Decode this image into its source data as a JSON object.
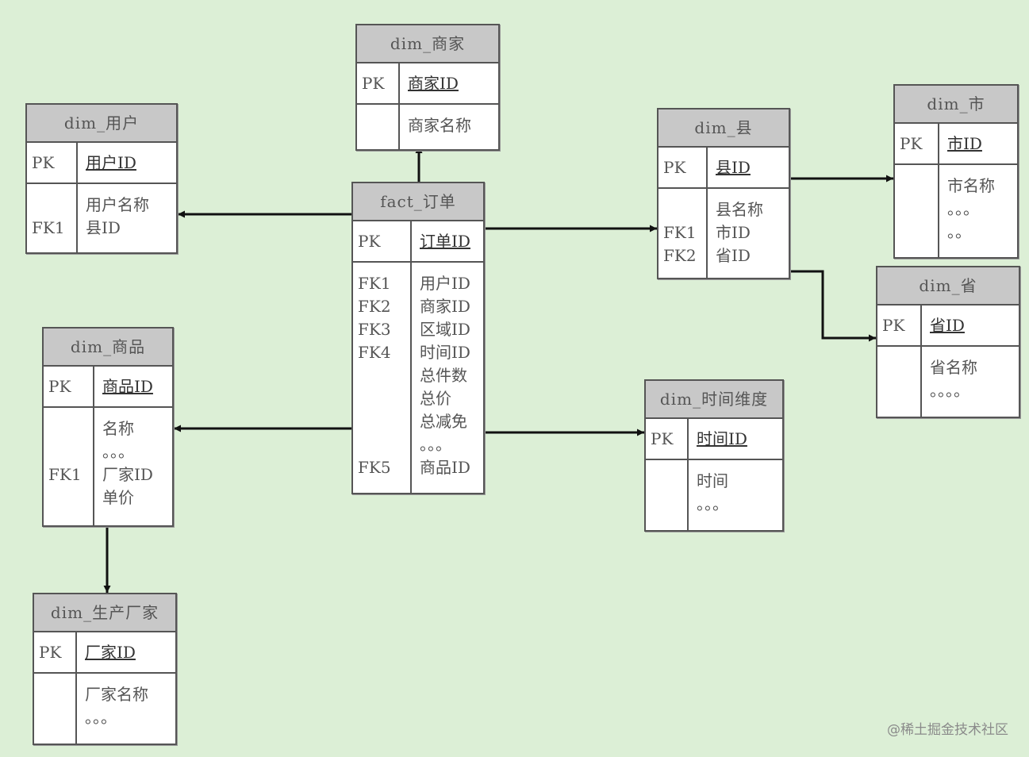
{
  "entities": [
    {
      "id": "dim-merchant",
      "title": "dim_商家",
      "pk": "商家ID",
      "key_lines": [
        "",
        ""
      ],
      "attr_lines": [
        "商家名称"
      ]
    },
    {
      "id": "dim-user",
      "title": "dim_用户",
      "pk": "用户ID",
      "key_lines": [
        "",
        "FK1"
      ],
      "attr_lines": [
        "用户名称",
        "县ID"
      ]
    },
    {
      "id": "fact-order",
      "title": "fact_订单",
      "pk": "订单ID",
      "key_lines": [
        "FK1",
        "FK2",
        "FK3",
        "FK4",
        "",
        "",
        "",
        "",
        "FK5"
      ],
      "attr_lines": [
        "用户ID",
        "商家ID",
        "区域ID",
        "时间ID",
        "总件数",
        "总价",
        "总减免",
        "。。。",
        "商品ID"
      ]
    },
    {
      "id": "dim-county",
      "title": "dim_县",
      "pk": "县ID",
      "key_lines": [
        "",
        "FK1",
        "FK2"
      ],
      "attr_lines": [
        "县名称",
        "市ID",
        "省ID"
      ]
    },
    {
      "id": "dim-city",
      "title": "dim_市",
      "pk": "市ID",
      "key_lines": [
        "",
        "",
        ""
      ],
      "attr_lines": [
        "市名称",
        "。。。",
        "。。"
      ]
    },
    {
      "id": "dim-province",
      "title": "dim_省",
      "pk": "省ID",
      "key_lines": [
        "",
        ""
      ],
      "attr_lines": [
        "省名称",
        "。。。。"
      ]
    },
    {
      "id": "dim-product",
      "title": "dim_商品",
      "pk": "商品ID",
      "key_lines": [
        "",
        "",
        "FK1",
        ""
      ],
      "attr_lines": [
        "名称",
        "。。。",
        "厂家ID",
        "单价"
      ]
    },
    {
      "id": "dim-time",
      "title": "dim_时间维度",
      "pk": "时间ID",
      "key_lines": [
        "",
        ""
      ],
      "attr_lines": [
        "时间",
        "。。。"
      ]
    },
    {
      "id": "dim-manufacturer",
      "title": "dim_生产厂家",
      "pk": "厂家ID",
      "key_lines": [
        "",
        ""
      ],
      "attr_lines": [
        "厂家名称",
        "。。。"
      ]
    }
  ],
  "pk_label": "PK",
  "relationships": [
    {
      "from": "fact-order",
      "to": "dim-merchant"
    },
    {
      "from": "fact-order",
      "to": "dim-user"
    },
    {
      "from": "fact-order",
      "to": "dim-county"
    },
    {
      "from": "fact-order",
      "to": "dim-product"
    },
    {
      "from": "fact-order",
      "to": "dim-time"
    },
    {
      "from": "dim-county",
      "to": "dim-city"
    },
    {
      "from": "dim-county",
      "to": "dim-province"
    },
    {
      "from": "dim-product",
      "to": "dim-manufacturer"
    }
  ],
  "watermark": "@稀土掘金技术社区",
  "colors": {
    "background": "#dcefd6",
    "header": "#c8c8c8",
    "border": "#555555",
    "arrow": "#111111"
  }
}
